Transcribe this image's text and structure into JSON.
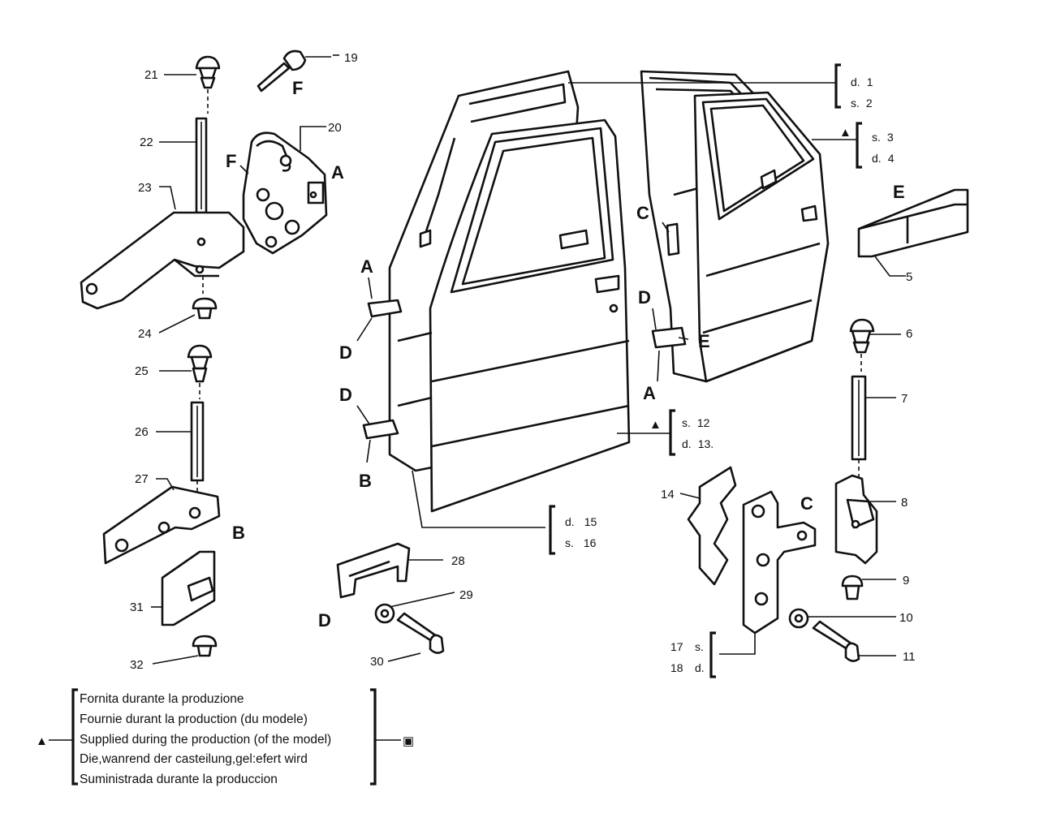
{
  "callouts": {
    "c1": "1",
    "c2": "2",
    "c3": "3",
    "c4": "4",
    "c5": "5",
    "c6": "6",
    "c7": "7",
    "c8": "8",
    "c9": "9",
    "c10": "10",
    "c11": "11",
    "c12": "12",
    "c13": "13.",
    "c14": "14",
    "c15": "15",
    "c16": "16",
    "c17": "17",
    "c18": "18",
    "c19": "19",
    "c20": "20",
    "c21": "21",
    "c22": "22",
    "c23": "23",
    "c24": "24",
    "c25": "25",
    "c26": "26",
    "c27": "27",
    "c28": "28",
    "c29": "29",
    "c30": "30",
    "c31": "31",
    "c32": "32"
  },
  "side_codes": {
    "d": "d.",
    "s": "s."
  },
  "letters": {
    "A": "A",
    "B": "B",
    "C": "C",
    "D": "D",
    "E": "E",
    "F": "F"
  },
  "triangle_symbol": "▲",
  "legend": {
    "lines": [
      "Fornita durante la produzione",
      "Fournie durant la production (du modele)",
      "Supplied during the production (of the model)",
      "Die,wanrend der casteilung,gel:efert wird",
      "Suministrada durante la produccion"
    ],
    "box_symbol": "▣"
  }
}
